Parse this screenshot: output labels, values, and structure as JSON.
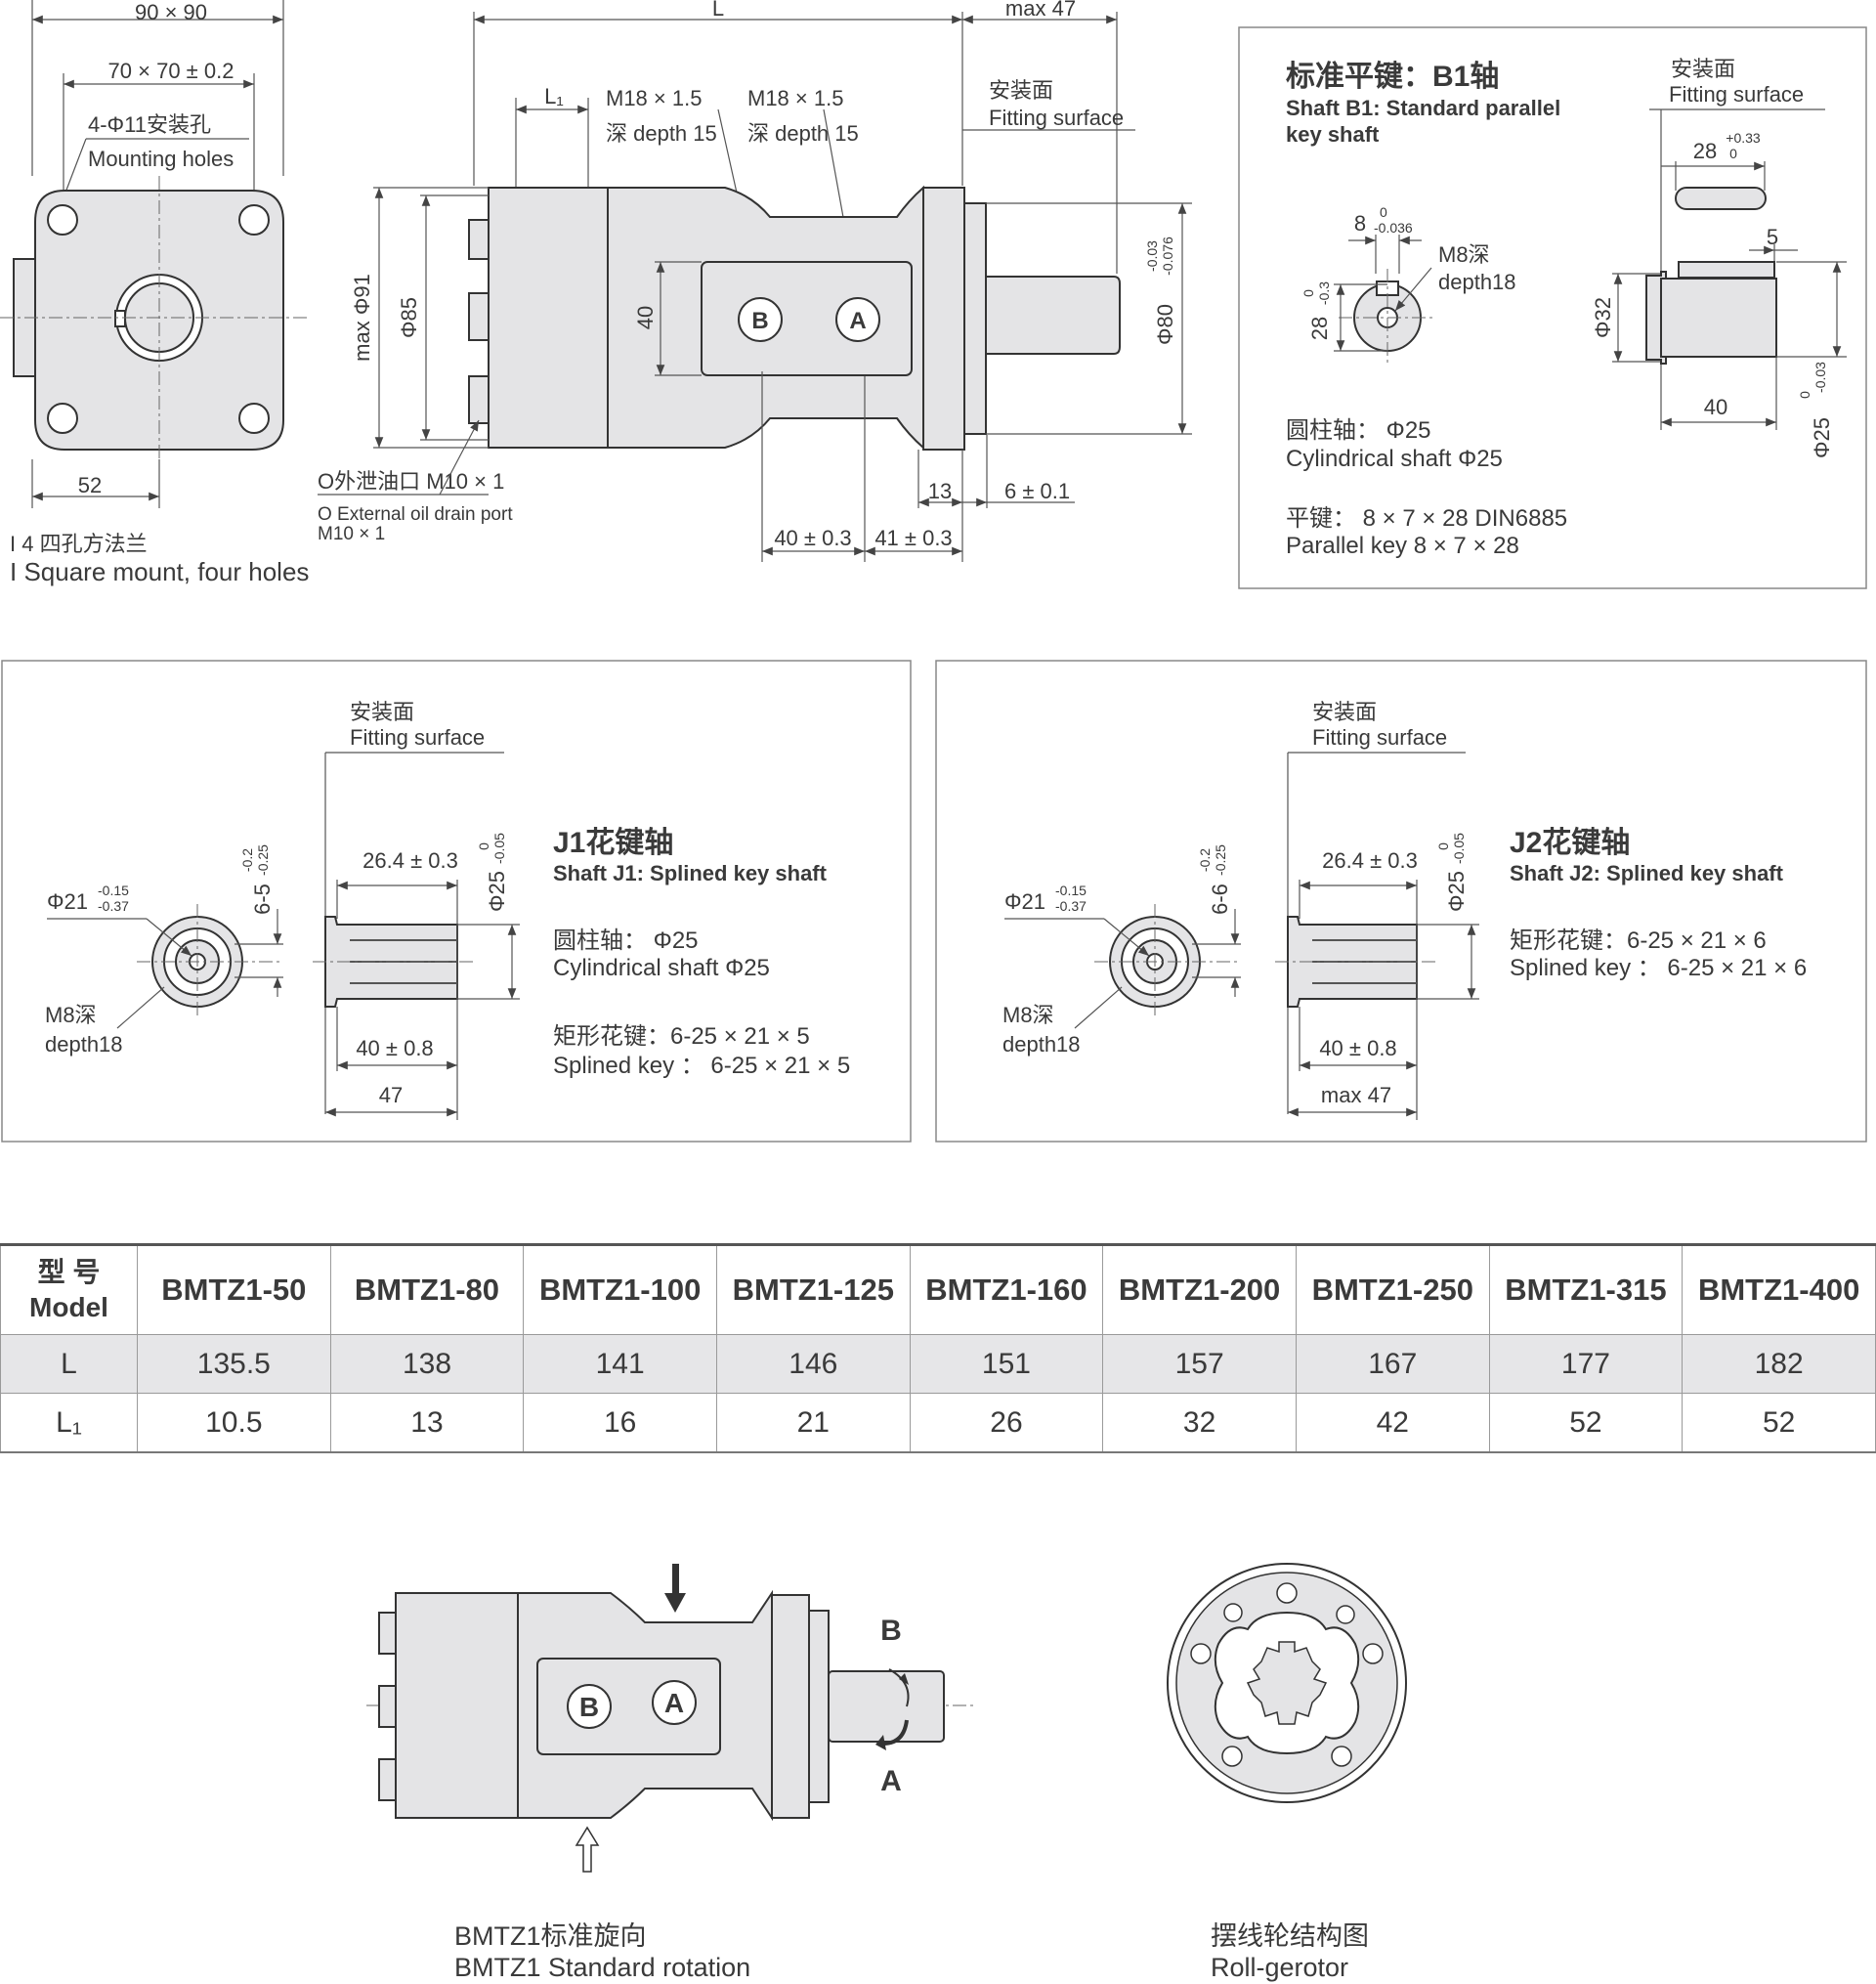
{
  "flange": {
    "size_outer": "90 × 90",
    "size_inner": "70 × 70 ± 0.2",
    "holes_cn": "4-Φ11安装孔",
    "holes_en": "Mounting holes",
    "dim_52": "52",
    "caption_cn": "I 4 四孔方法兰",
    "caption_en": "I Square mount, four holes"
  },
  "side_view": {
    "dim_L": "L",
    "dim_max47": "max 47",
    "dim_L1": "L₁",
    "port_b_thread": "M18 × 1.5",
    "port_b_depth": "深 depth 15",
    "port_a_thread": "M18 × 1.5",
    "port_a_depth": "深 depth 15",
    "fitting_cn": "安装面",
    "fitting_en": "Fitting surface",
    "max_dia91": "max Φ91",
    "dia85": "Φ85",
    "dim40": "40",
    "dia80": "Φ80",
    "dia80_tol_up": "-0.03",
    "dia80_tol_down": "-0.076",
    "port_b_label": "B",
    "port_a_label": "A",
    "drain_cn": "O外泄油口 M10 × 1",
    "drain_en": "O External oil drain port",
    "drain_en2": "M10 × 1",
    "dim13": "13",
    "dim6": "6 ± 0.1",
    "dim40_03": "40 ± 0.3",
    "dim41_03": "41 ± 0.3"
  },
  "shaft_b1": {
    "title_cn": "标准平键：B1轴",
    "title_en1": "Shaft B1: Standard parallel",
    "title_en2": "key shaft",
    "fitting_cn": "安装面",
    "fitting_en": "Fitting surface",
    "dim28": "28",
    "dim28_tol_up": "+0.33",
    "dim28_tol_down": "0",
    "dim8": "8",
    "dim8_tol_up": "0",
    "dim8_tol_down": "-0.036",
    "m8_cn": "M8深",
    "m8_en": "depth18",
    "dim28b": "28",
    "dim28b_tol_up": "0",
    "dim28b_tol_down": "-0.3",
    "dim5": "5",
    "dia32": "Φ32",
    "dim40": "40",
    "dia25": "Φ25",
    "dia25_tol_up": "0",
    "dia25_tol_down": "-0.03",
    "cyl_cn": "圆柱轴：  Φ25",
    "cyl_en": "Cylindrical shaft  Φ25",
    "key_cn": "平键：  8 × 7 × 28    DIN6885",
    "key_en": "Parallel key 8 × 7 × 28"
  },
  "shaft_j1": {
    "title_cn": "J1花键轴",
    "title_en": "Shaft J1: Splined key shaft",
    "fitting_cn": "安装面",
    "fitting_en": "Fitting surface",
    "dia21": "Φ21",
    "dia21_tol_up": "-0.15",
    "dia21_tol_down": "-0.37",
    "dim65": "6-5",
    "dim65_tol_up": "-0.2",
    "dim65_tol_down": "-0.25",
    "dim264": "26.4 ± 0.3",
    "dia25": "Φ25",
    "dia25_tol_up": "0",
    "dia25_tol_down": "-0.05",
    "m8_cn": "M8深",
    "m8_en": "depth18",
    "dim40": "40 ± 0.8",
    "dim47": "47",
    "cyl_cn": "圆柱轴：  Φ25",
    "cyl_en": "Cylindrical shaft  Φ25",
    "spline_cn": "矩形花键：6-25 × 21 × 5",
    "spline_en": "Splined key ： 6-25 × 21 × 5"
  },
  "shaft_j2": {
    "title_cn": "J2花键轴",
    "title_en": "Shaft J2: Splined key shaft",
    "fitting_cn": "安装面",
    "fitting_en": "Fitting surface",
    "dia21": "Φ21",
    "dia21_tol_up": "-0.15",
    "dia21_tol_down": "-0.37",
    "dim66": "6-6",
    "dim66_tol_up": "-0.2",
    "dim66_tol_down": "-0.25",
    "dim264": "26.4 ± 0.3",
    "dia25": "Φ25",
    "dia25_tol_up": "0",
    "dia25_tol_down": "-0.05",
    "m8_cn": "M8深",
    "m8_en": "depth18",
    "dim40": "40 ± 0.8",
    "dim_max47": "max 47",
    "spline_cn": "矩形花键：6-25 × 21 × 6",
    "spline_en": "Splined key ： 6-25 × 21 × 6"
  },
  "table": {
    "model_cn": "型  号",
    "model_en": "Model",
    "models": [
      "BMTZ1-50",
      "BMTZ1-80",
      "BMTZ1-100",
      "BMTZ1-125",
      "BMTZ1-160",
      "BMTZ1-200",
      "BMTZ1-250",
      "BMTZ1-315",
      "BMTZ1-400"
    ],
    "row_L_label": "L",
    "row_L": [
      "135.5",
      "138",
      "141",
      "146",
      "151",
      "157",
      "167",
      "177",
      "182"
    ],
    "row_L1_label": "L₁",
    "row_L1": [
      "10.5",
      "13",
      "16",
      "21",
      "26",
      "32",
      "42",
      "52",
      "52"
    ]
  },
  "rotation": {
    "port_b": "B",
    "port_a": "A",
    "dir_b": "B",
    "dir_a": "A",
    "caption_cn": "BMTZ1标准旋向",
    "caption_en": "BMTZ1 Standard rotation"
  },
  "gerotor": {
    "caption_cn": "摆线轮结构图",
    "caption_en": "Roll-gerotor"
  },
  "colors": {
    "line": "#333333",
    "fill": "#e4e4e6",
    "table_shade": "#e6e6e8"
  }
}
